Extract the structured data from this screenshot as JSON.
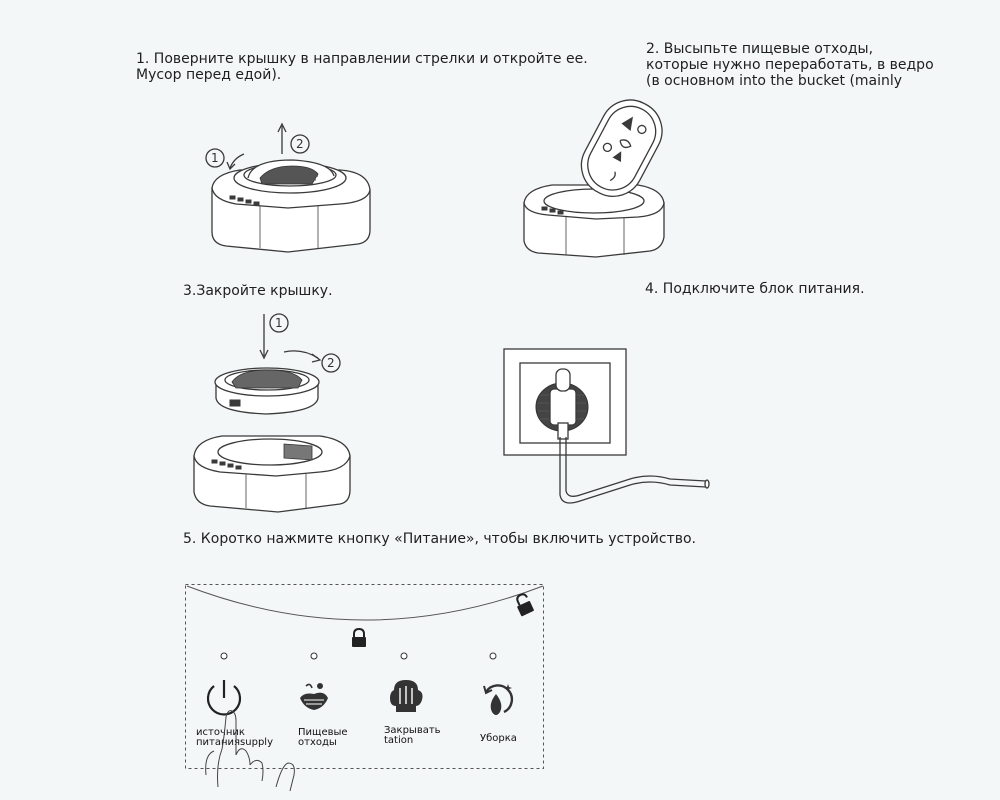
{
  "steps": {
    "step1": "1. Поверните крышку в направлении стрелки и откройте ее.\nМусор перед едой).",
    "step2": "2. Высыпьте пищевые отходы,\nкоторые нужно переработать, в ведро\n (в основном into the bucket (mainly",
    "step3": "3.Закройте крышку.",
    "step4": "4. Подключите блок питания.",
    "step5": "5. Коротко нажмите кнопку «Питание», чтобы включить устройство."
  },
  "step1_markers": {
    "m1": "1",
    "m2": "2"
  },
  "step3_markers": {
    "m1": "1",
    "m2": "2"
  },
  "panel": {
    "buttons": [
      {
        "label": "источник\nпитанияsupply",
        "icon": "power-icon"
      },
      {
        "label": "Пищевые\nотходы",
        "icon": "food-waste-icon"
      },
      {
        "label": "Закрывать\ntation",
        "icon": "lid-close-icon"
      },
      {
        "label": "Уборка",
        "icon": "cleaning-icon"
      }
    ],
    "lock_icon": "lock-icon",
    "unlock_icon": "unlock-icon"
  },
  "colors": {
    "background": "#f4f7f8",
    "ink": "#3a3a3a"
  }
}
